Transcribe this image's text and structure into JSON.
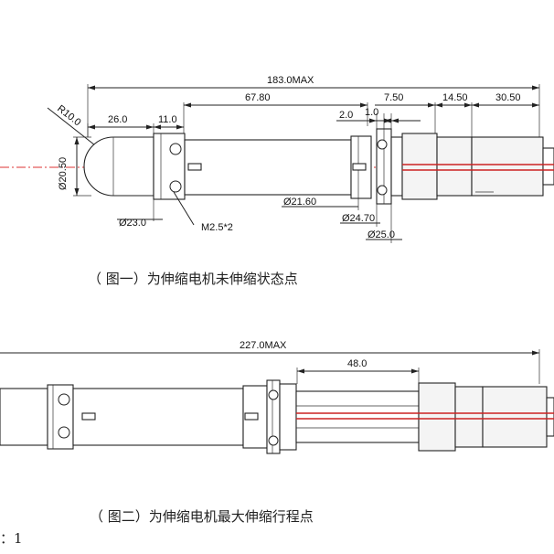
{
  "figure1": {
    "overall_length": "183.0MAX",
    "dims": {
      "tube_length": "67.80",
      "motor_front": "7.50",
      "gearbox": "14.50",
      "motor": "30.50",
      "end_radius": "R10.0",
      "cap_length": "26.0",
      "collar_width": "11.0",
      "flange_gap": "2.0",
      "flange_thk": "1.0",
      "end_dia": "Ø20.50",
      "collar_dia": "Ø23.0",
      "tube_dia": "Ø21.60",
      "flange_dia1": "Ø24.70",
      "flange_dia2": "Ø25.0",
      "screw_spec": "M2.5*2"
    },
    "caption": "（ 图一）为伸缩电机未伸缩状态点"
  },
  "figure2": {
    "overall_length": "227.0MAX",
    "stroke": "48.0",
    "caption": "（ 图二）为伸缩电机最大伸缩行程点"
  },
  "scale_label": "：1",
  "colors": {
    "centerline": "#d33333",
    "line": "#222222"
  }
}
